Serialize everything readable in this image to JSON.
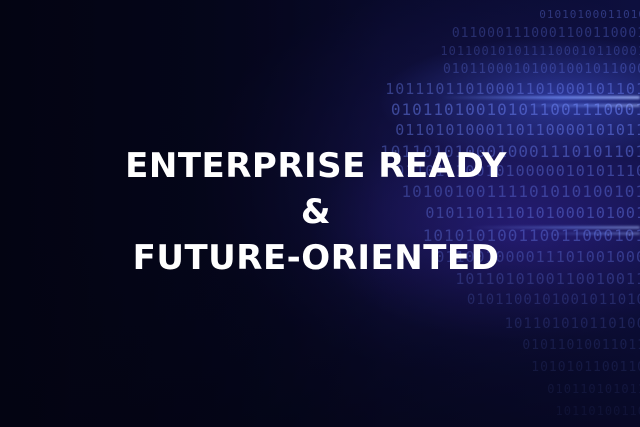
{
  "headline": {
    "line1": "ENTERPRISE READY",
    "line2": "&",
    "line3": "FUTURE-ORIENTED"
  },
  "background": {
    "base_color": "#05061a",
    "glow_color": "#5a78ff",
    "binary_color": "#6f86ff",
    "binary_rows": [
      "01010100011010",
      "0110001110001100110001",
      "1011001010111100010110001",
      "01011000101001001011000",
      "10111011010001101000101101",
      "010110100101011001110001",
      "0110101000110110000101011",
      "1011010100010001110101101",
      "0110111001010000010101110",
      "10100100111101010100101",
      "0101101110101000101001",
      "101010100110011000101",
      "011001000011101001000",
      "1011010100110010011",
      "0101100101001011010",
      "101101010110100",
      "01011010011011",
      "1010101100110",
      "010110101011",
      "10110100110"
    ]
  }
}
